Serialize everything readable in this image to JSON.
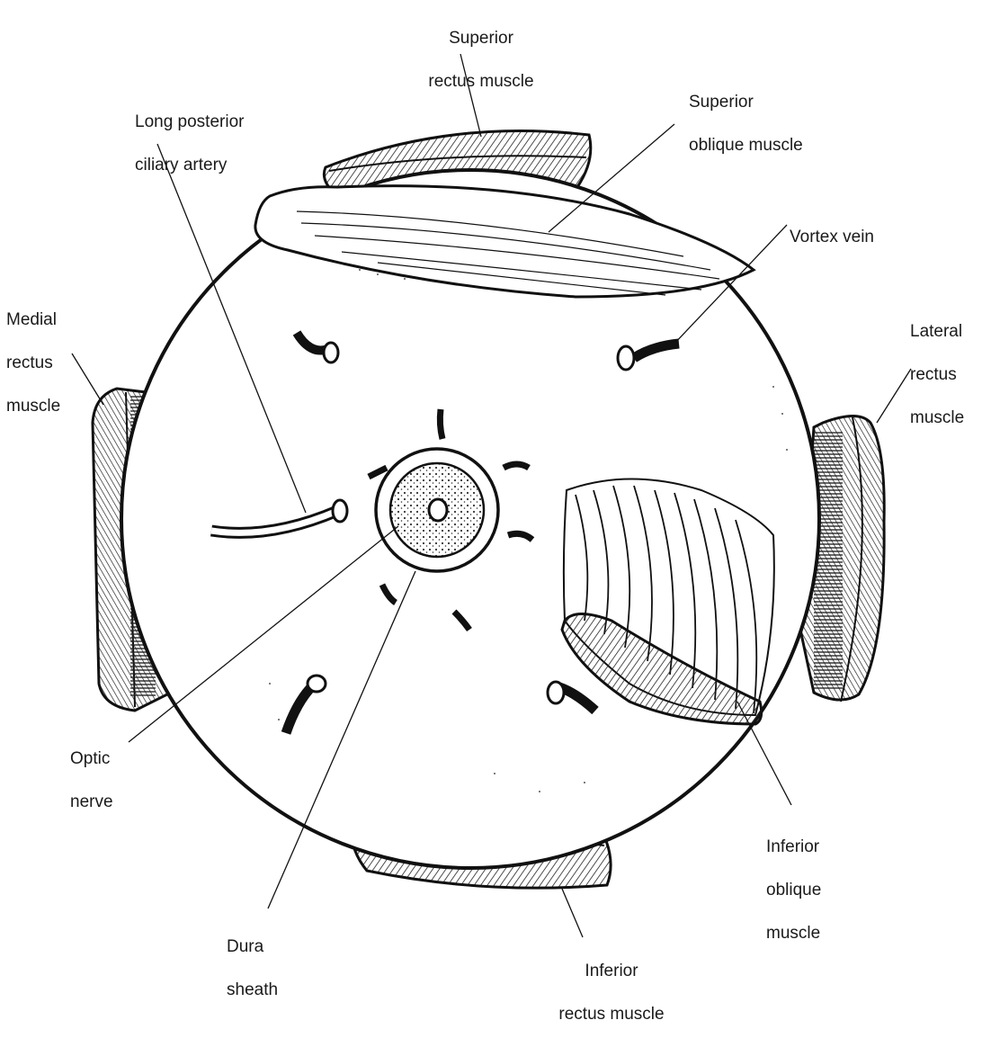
{
  "labels": {
    "superior_rectus": [
      "Superior",
      "rectus muscle"
    ],
    "long_posterior_ciliary_artery": [
      "Long posterior",
      "ciliary artery"
    ],
    "superior_oblique": [
      "Superior",
      "oblique muscle"
    ],
    "vortex_vein": [
      "Vortex vein"
    ],
    "medial_rectus": [
      "Medial",
      "rectus",
      "muscle"
    ],
    "lateral_rectus": [
      "Lateral",
      "rectus",
      "muscle"
    ],
    "optic_nerve": [
      "Optic",
      "nerve"
    ],
    "inferior_oblique": [
      "Inferior",
      "oblique",
      "muscle"
    ],
    "dura_sheath": [
      "Dura",
      "sheath"
    ],
    "inferior_rectus": [
      "Inferior",
      "rectus muscle"
    ]
  }
}
